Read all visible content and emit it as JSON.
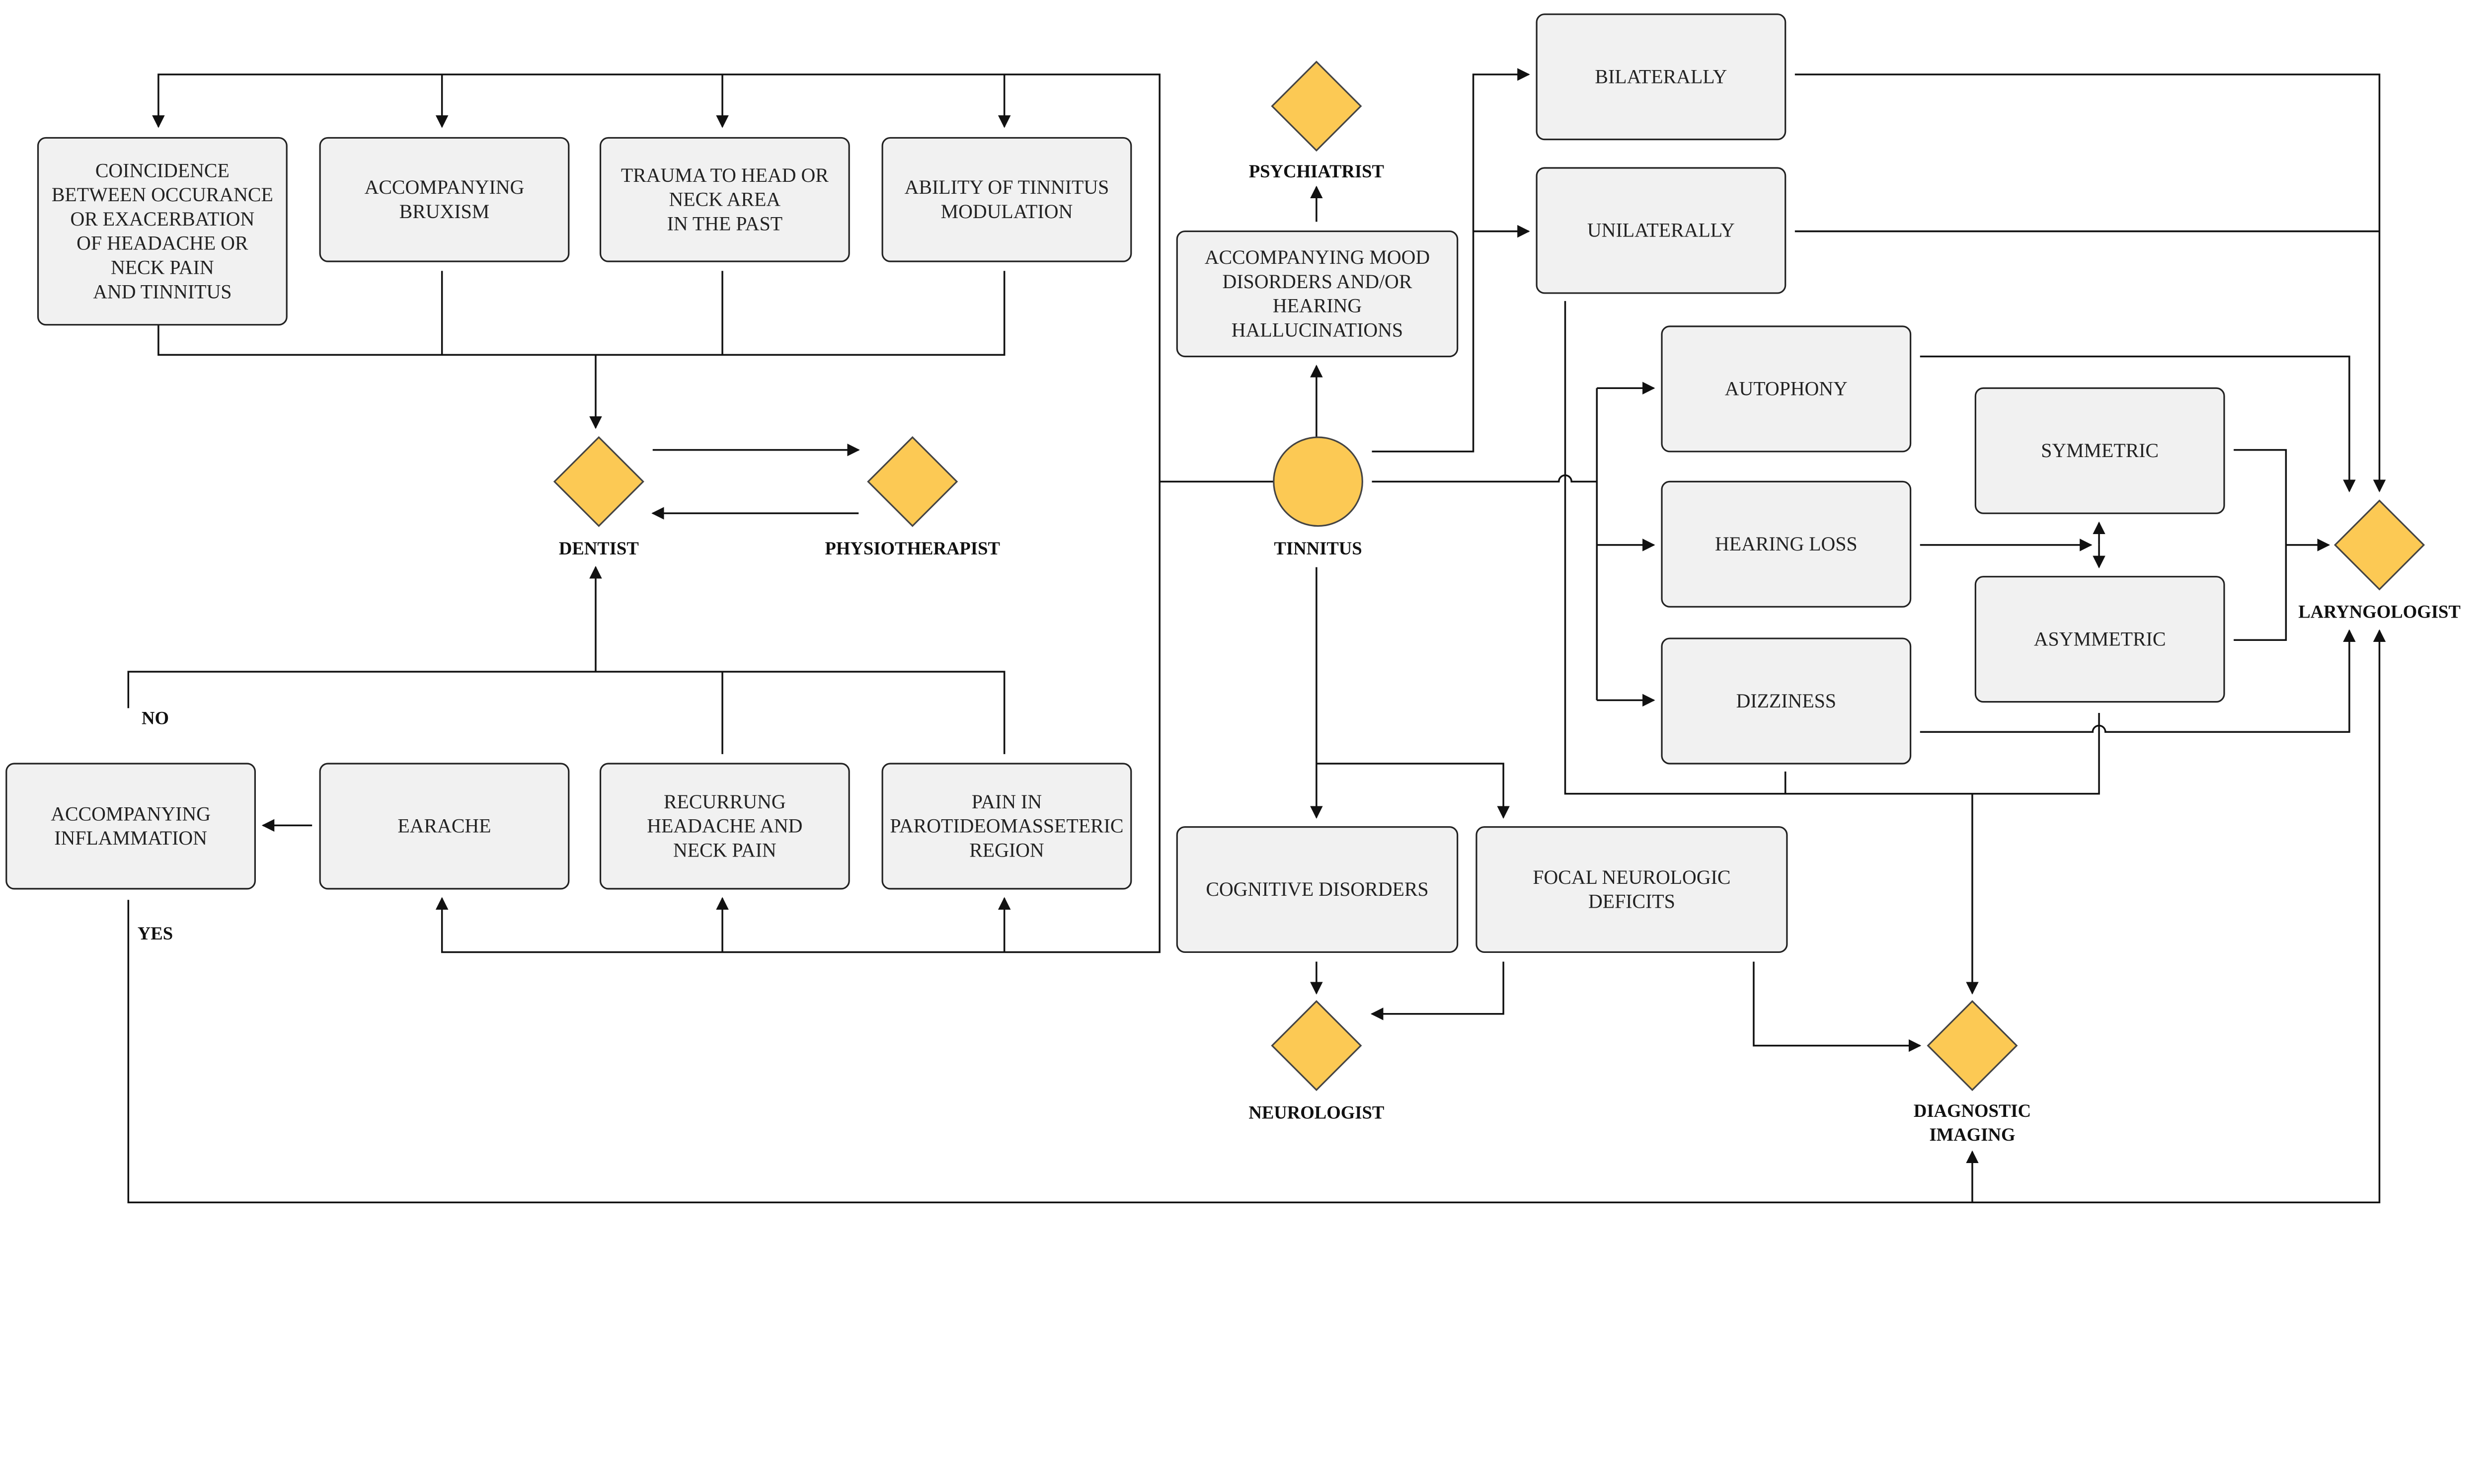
{
  "colors": {
    "node_fill": "#fcc954",
    "box_fill": "#f1f1f1",
    "line": "#111111"
  },
  "boxes": {
    "coincidence": [
      "COINCIDENCE",
      "BETWEEN OCCURANCE",
      "OR EXACERBATION",
      "OF HEADACHE OR",
      "NECK PAIN",
      "AND TINNITUS"
    ],
    "bruxism": [
      "ACCOMPANYING",
      "BRUXISM"
    ],
    "trauma": [
      "TRAUMA TO HEAD OR",
      "NECK AREA",
      "IN THE PAST"
    ],
    "modulation": [
      "ABILITY OF TINNITUS",
      "MODULATION"
    ],
    "inflammation": [
      "ACCOMPANYING",
      "INFLAMMATION"
    ],
    "earache": [
      "EARACHE"
    ],
    "recurrung": [
      "RECURRUNG",
      "HEADACHE AND",
      "NECK PAIN"
    ],
    "parotid": [
      "PAIN IN",
      "PAROTIDEOMASSETERIC",
      "REGION"
    ],
    "mood": [
      "ACCOMPANYING MOOD",
      "DISORDERS AND/OR",
      "HEARING",
      "HALLUCINATIONS"
    ],
    "bilaterally": [
      "BILATERALLY"
    ],
    "unilaterally": [
      "UNILATERALLY"
    ],
    "autophony": [
      "AUTOPHONY"
    ],
    "hearing_loss": [
      "HEARING LOSS"
    ],
    "dizziness": [
      "DIZZINESS"
    ],
    "symmetric": [
      "SYMMETRIC"
    ],
    "asymmetric": [
      "ASYMMETRIC"
    ],
    "cognitive": [
      "COGNITIVE DISORDERS"
    ],
    "focal": [
      "FOCAL NEUROLOGIC",
      "DEFICITS"
    ]
  },
  "nodes": {
    "psychiatrist": [
      "PSYCHIATRIST"
    ],
    "dentist": [
      "DENTIST"
    ],
    "physiotherapist": [
      "PHYSIOTHERAPIST"
    ],
    "tinnitus": [
      "TINNITUS"
    ],
    "laryngologist": [
      "LARYNGOLOGIST"
    ],
    "neurologist": [
      "NEUROLOGIST"
    ],
    "diagnostic_imaging": [
      "DIAGNOSTIC",
      "IMAGING"
    ]
  },
  "edge_labels": {
    "no": "NO",
    "yes": "YES"
  }
}
